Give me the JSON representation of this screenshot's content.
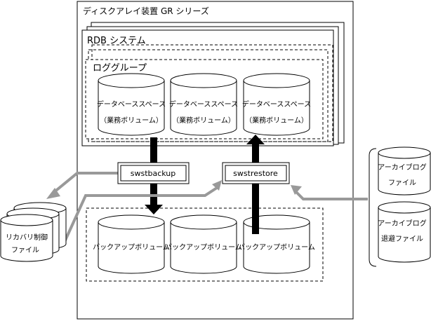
{
  "array": {
    "label": "ディスクアレイ装置 GR シリーズ"
  },
  "rdb": {
    "label": "RDB システム"
  },
  "loggroup": {
    "label": "ロググループ"
  },
  "db_spaces": [
    {
      "line1": "データベーススペース",
      "line2": "（業務ボリューム）"
    },
    {
      "line1": "データベーススペース",
      "line2": "（業務ボリューム）"
    },
    {
      "line1": "データベーススペース",
      "line2": "（業務ボリューム）"
    }
  ],
  "backup_volumes": [
    {
      "label": "バックアップボリューム"
    },
    {
      "label": "バックアップボリューム"
    },
    {
      "label": "バックアップボリューム"
    }
  ],
  "commands": {
    "backup": "swstbackup",
    "restore": "swstrestore"
  },
  "recovery_file": {
    "line1": "リカバリ制御",
    "line2": "ファイル"
  },
  "archive_log": {
    "line1": "アーカイブログ",
    "line2": "ファイル"
  },
  "archive_log_evac": {
    "line1": "アーカイブログ",
    "line2": "退避ファイル"
  }
}
